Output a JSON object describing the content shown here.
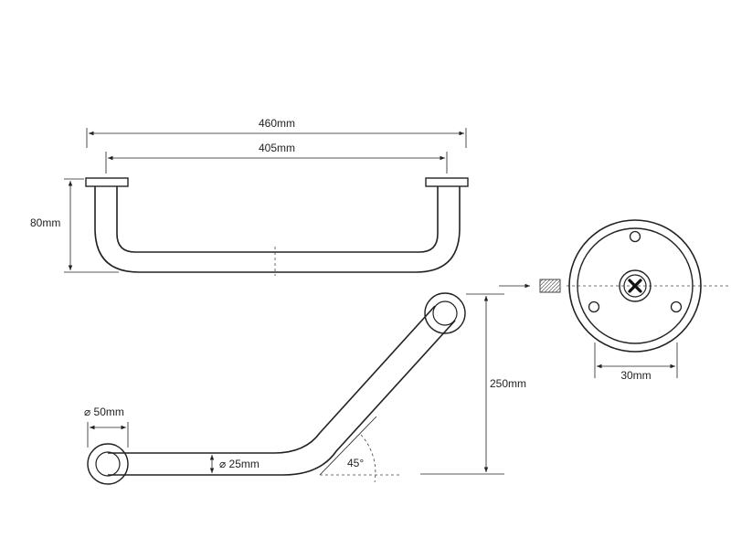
{
  "top_view": {
    "overall_width": "460mm",
    "center_width": "405mm",
    "depth": "80mm"
  },
  "angled_view": {
    "flange_diameter": "⌀ 50mm",
    "tube_diameter": "⌀ 25mm",
    "angle": "45°",
    "height": "250mm"
  },
  "flange_detail": {
    "hole_spacing": "30mm"
  }
}
